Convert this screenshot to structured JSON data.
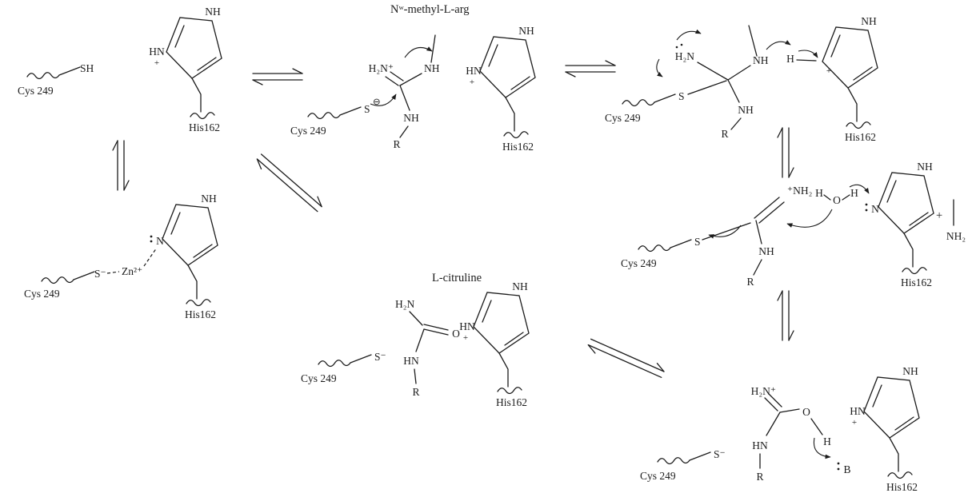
{
  "diagram": {
    "substrate_title": "Nʷ-methyl-L-arg",
    "product_title": "L-citruline",
    "labels": {
      "cys249": "Cys 249",
      "his162": "His162",
      "sh": "SH",
      "s": "S",
      "s_minus": "S⁻",
      "circled_minus": "⊖",
      "zn": "Zn²⁺",
      "h2n": "H₂N",
      "h2n_plus": "H₂N⁺",
      "plus_nh2": "⁺NH₂",
      "nh": "NH",
      "hn": "HN",
      "n": "N",
      "nh2": "NH₂",
      "r": "R",
      "o": "O",
      "h": "H",
      "b": "B",
      "plus": "+"
    },
    "ink_color": "#1c1c1c"
  }
}
